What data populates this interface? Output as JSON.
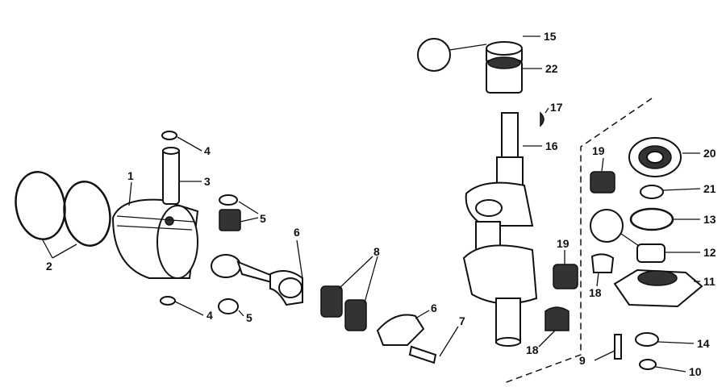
{
  "diagram": {
    "type": "exploded-parts-diagram",
    "callouts": [
      "15",
      "22",
      "17",
      "16",
      "19",
      "20",
      "21",
      "13",
      "12",
      "11",
      "19",
      "18",
      "18",
      "14",
      "10",
      "9",
      "7",
      "6",
      "6",
      "8",
      "5",
      "5",
      "4",
      "3",
      "4",
      "1",
      "2"
    ]
  }
}
